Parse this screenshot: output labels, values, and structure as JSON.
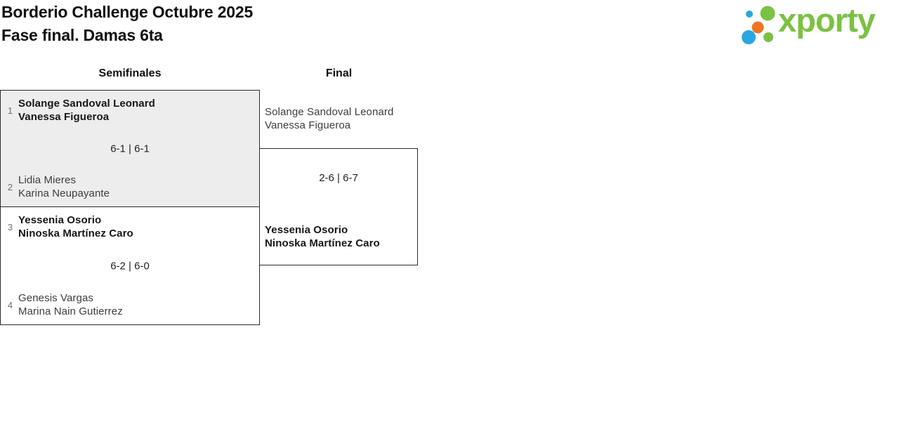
{
  "page": {
    "title": "Borderio Challenge Octubre 2025",
    "subtitle": "Fase final. Damas 6ta"
  },
  "logo": {
    "text": "xporty",
    "colors": {
      "green": "#7bc143",
      "blue": "#29a8e0",
      "orange": "#ee7623"
    }
  },
  "rounds": {
    "semifinals": {
      "label": "Semifinales",
      "matches": [
        {
          "top": {
            "seed": "1",
            "players": [
              "Solange Sandoval Leonard",
              "Vanessa Figueroa"
            ],
            "winner": true
          },
          "score": "6-1 | 6-1",
          "bottom": {
            "seed": "2",
            "players": [
              "Lidia Mieres",
              "Karina Neupayante"
            ],
            "winner": false
          }
        },
        {
          "top": {
            "seed": "3",
            "players": [
              "Yessenia Osorio",
              "Ninoska Martínez Caro"
            ],
            "winner": true
          },
          "score": "6-2 | 6-0",
          "bottom": {
            "seed": "4",
            "players": [
              "Genesis Vargas",
              "Marina Nain Gutierrez"
            ],
            "winner": false
          }
        }
      ]
    },
    "final": {
      "label": "Final",
      "match": {
        "top": {
          "players": [
            "Solange Sandoval Leonard",
            "Vanessa Figueroa"
          ],
          "winner": false
        },
        "score": "2-6 | 6-7",
        "bottom": {
          "players": [
            "Yessenia Osorio",
            "Ninoska Martínez Caro"
          ],
          "winner": true
        }
      }
    }
  }
}
